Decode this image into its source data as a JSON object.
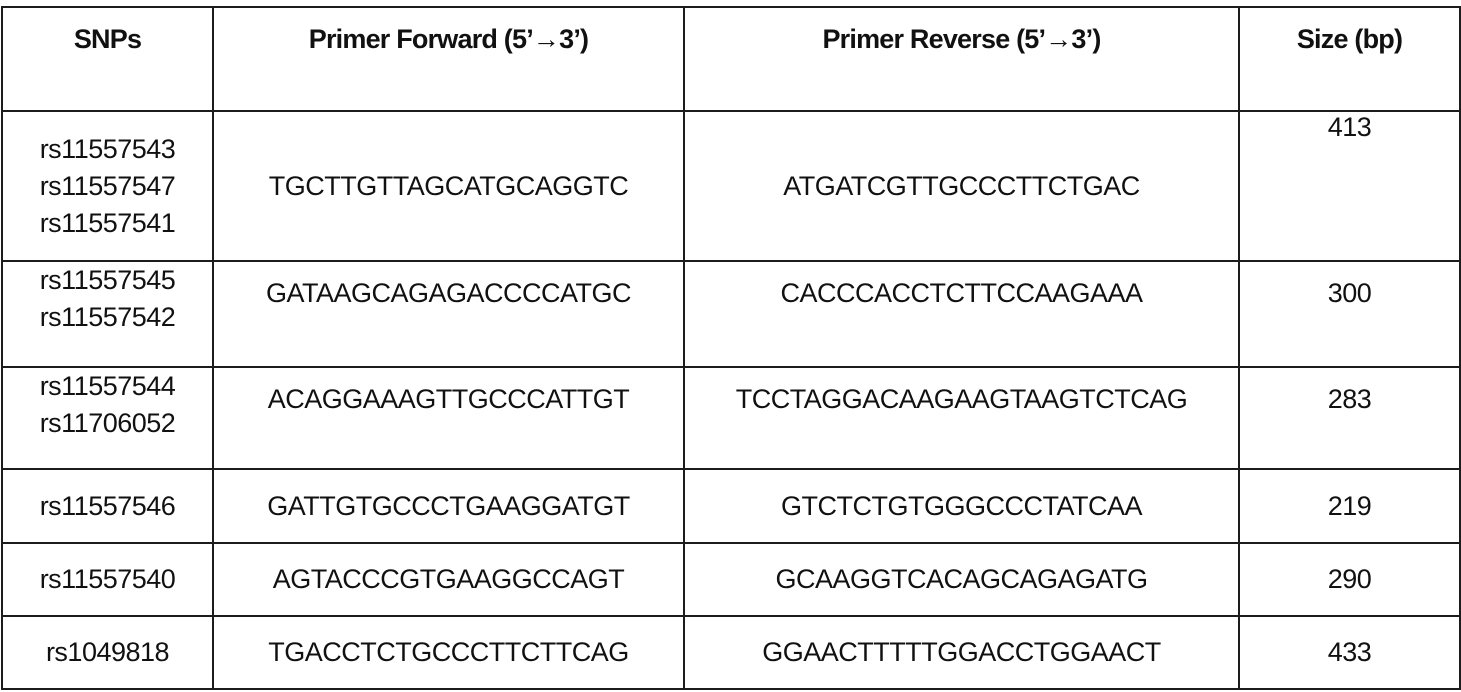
{
  "table": {
    "headers": {
      "snps": "SNPs",
      "forward": "Primer Forward (5’→3’)",
      "reverse": "Primer Reverse (5’→3’)",
      "size": "Size (bp)"
    },
    "rows": [
      {
        "snps": [
          "rs11557543",
          "rs11557547",
          "rs11557541"
        ],
        "forward": "TGCTTGTTAGCATGCAGGTC",
        "reverse": "ATGATCGTTGCCCTTCTGAC",
        "size": "413"
      },
      {
        "snps": [
          "rs11557545",
          "rs11557542"
        ],
        "forward": "GATAAGCAGAGACCCCATGC",
        "reverse": "CACCCACCTCTTCCAAGAAA",
        "size": "300"
      },
      {
        "snps": [
          "rs11557544",
          "rs11706052"
        ],
        "forward": "ACAGGAAAGTTGCCCATTGT",
        "reverse": "TCCTAGGACAAGAAGTAAGTCTCAG",
        "size": "283"
      },
      {
        "snps": [
          "rs11557546"
        ],
        "forward": "GATTGTGCCCTGAAGGATGT",
        "reverse": "GTCTCTGTGGGCCCTATCAA",
        "size": "219"
      },
      {
        "snps": [
          "rs11557540"
        ],
        "forward": "AGTACCCGTGAAGGCCAGT",
        "reverse": "GCAAGGTCACAGCAGAGATG",
        "size": "290"
      },
      {
        "snps": [
          "rs1049818"
        ],
        "forward": "TGACCTCTGCCCTTCTTCAG",
        "reverse": "GGAACTTTTTGGACCTGGAACT",
        "size": "433"
      }
    ]
  }
}
